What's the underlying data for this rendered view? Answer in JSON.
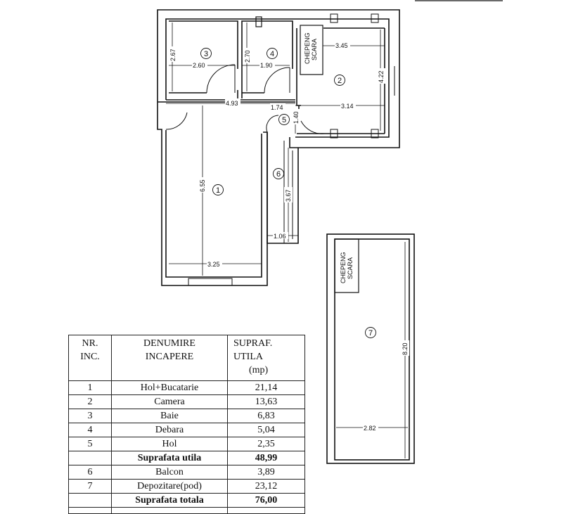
{
  "plan": {
    "rooms": [
      {
        "id": "1"
      },
      {
        "id": "2"
      },
      {
        "id": "3"
      },
      {
        "id": "4"
      },
      {
        "id": "5"
      },
      {
        "id": "6"
      },
      {
        "id": "7"
      }
    ],
    "dimensions": {
      "d267": "2.67",
      "d260": "2.60",
      "d270": "2.70",
      "d190": "1.90",
      "d345": "3.45",
      "d422": "4.22",
      "d493": "4.93",
      "d174": "1.74",
      "d140": "1.40",
      "d314": "3.14",
      "d655": "6.55",
      "d367": "3.67",
      "d106": "1.06",
      "d325": "3.25",
      "d820": "8.20",
      "d282": "2.82"
    },
    "stair_label_top": [
      "CHEPENG",
      "SCARA"
    ],
    "stair_label_bottom": [
      "CHEPENG",
      "SCARA"
    ]
  },
  "table": {
    "headers": {
      "nr": [
        "NR.",
        "INC."
      ],
      "name": [
        "DENUMIRE",
        "INCAPERE"
      ],
      "area": [
        "SUPRAF.",
        "UTILA",
        "(mp)"
      ]
    },
    "rows": [
      {
        "nr": "1",
        "name": "Hol+Bucatarie",
        "value": "21,14",
        "bold": false
      },
      {
        "nr": "2",
        "name": "Camera",
        "value": "13,63",
        "bold": false
      },
      {
        "nr": "3",
        "name": "Baie",
        "value": "6,83",
        "bold": false
      },
      {
        "nr": "4",
        "name": "Debara",
        "value": "5,04",
        "bold": false
      },
      {
        "nr": "5",
        "name": "Hol",
        "value": "2,35",
        "bold": false
      },
      {
        "nr": "",
        "name": "Suprafata utila",
        "value": "48,99",
        "bold": true
      },
      {
        "nr": "6",
        "name": "Balcon",
        "value": "3,89",
        "bold": false
      },
      {
        "nr": "7",
        "name": "Depozitare(pod)",
        "value": "23,12",
        "bold": false
      },
      {
        "nr": "",
        "name": "Suprafata totala",
        "value": "76,00",
        "bold": true
      }
    ]
  }
}
